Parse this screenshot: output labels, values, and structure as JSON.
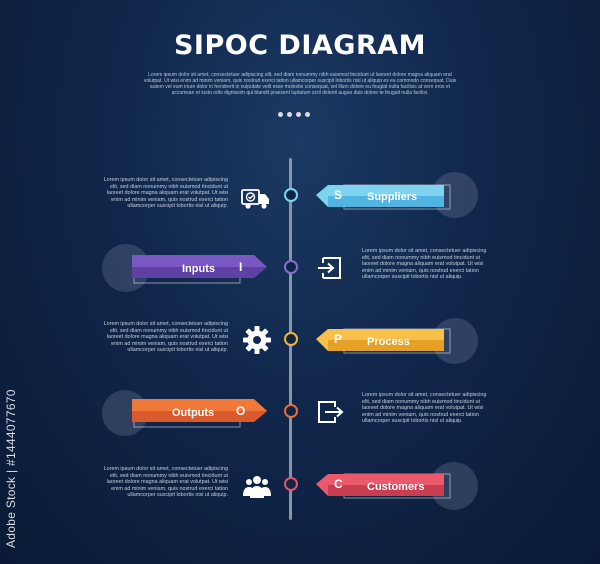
{
  "title": "SIPOC DIAGRAM",
  "subtitle": "Lorem ipsum dolor sit amet, consectetuer adipiscing elit, sed diam nonummy nibh euismod tincidunt ut laoreet dolore magna aliquam erat volutpat. Ut wisi enim ad minim veniam, quis nostrud exerci tation ullamcorper suscipit lobortis nisl ut aliquip ex ea commodo consequat. Duis autem vel eum iriure dolor in hendrerit in vulputate velit esse molestie consequat, vel illum dolore eu feugiat nulla facilisis at vero eros et accumsan et iusto odio dignissim qui blandit praesent luptatum zzril delenit augue duis dolore te feugait nulla facilisi.",
  "description": "Lorem ipsum dolor sit amet, consectetuer adipiscing elit, sed diam nonummy nibh euismod tincidunt ut laoreet dolore magna aliquam erat volutpat. Ut wisi enim ad minim veniam, quis nostrud exerci tation ullamcorper suscipit lobortis nisl ut aliquip.",
  "steps": [
    {
      "letter": "S",
      "label": "Suppliers",
      "icon": "delivery-truck-icon",
      "color": "#7ed3ee"
    },
    {
      "letter": "I",
      "label": "Inputs",
      "icon": "input-icon",
      "color": "#6f4fb4"
    },
    {
      "letter": "P",
      "label": "Process",
      "icon": "gear-icon",
      "color": "#f2b538"
    },
    {
      "letter": "O",
      "label": "Outputs",
      "icon": "output-icon",
      "color": "#ee6a3a"
    },
    {
      "letter": "C",
      "label": "Customers",
      "icon": "users-icon",
      "color": "#e25568"
    }
  ],
  "watermark": "Adobe Stock | #1444077670"
}
